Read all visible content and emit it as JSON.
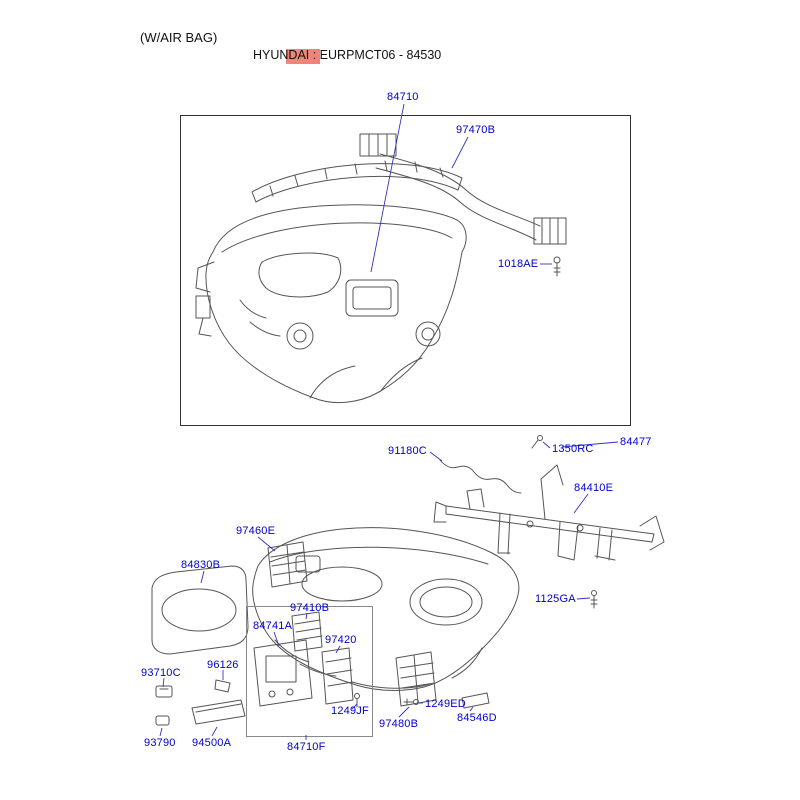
{
  "header": {
    "airbag_note": "(W/AIR BAG)",
    "title": "HYUNDAI : EURPMCT06 - 84530"
  },
  "colors": {
    "part_label": "#0000cd",
    "highlight_bg": "#f2837b",
    "drawing_line": "#555555",
    "leader_line": "#3333bb",
    "box_border": "#333333"
  },
  "labels": [
    {
      "text": "84710"
    },
    {
      "text": "97470B"
    },
    {
      "text": "1018AE"
    },
    {
      "text": "91180C"
    },
    {
      "text": "1350RC"
    },
    {
      "text": "84477"
    },
    {
      "text": "84410E"
    },
    {
      "text": "1125GA"
    },
    {
      "text": "97460E"
    },
    {
      "text": "84830B"
    },
    {
      "text": "97410B"
    },
    {
      "text": "84741A"
    },
    {
      "text": "97420"
    },
    {
      "text": "93710C"
    },
    {
      "text": "96126"
    },
    {
      "text": "1249JF"
    },
    {
      "text": "1249ED"
    },
    {
      "text": "97480B"
    },
    {
      "text": "84546D"
    },
    {
      "text": "93790"
    },
    {
      "text": "94500A"
    },
    {
      "text": "84710F"
    }
  ]
}
